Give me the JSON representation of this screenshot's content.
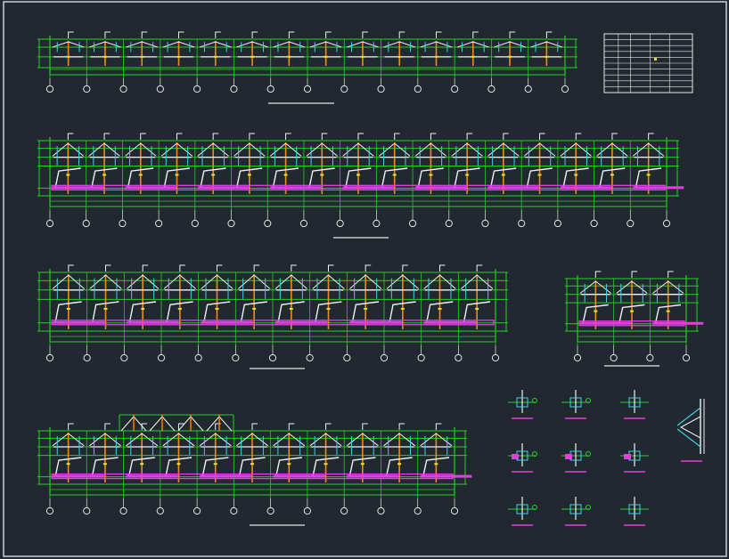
{
  "canvas": {
    "background": "#212830",
    "frame_color": "#d8dde2"
  },
  "palette": {
    "grid_green": "#22d022",
    "member_white": "#f2f2f2",
    "member_orange": "#f08a1c",
    "member_cyan": "#3fd3e6",
    "member_magenta": "#e040e0",
    "axis_circle": "#e8e8e8",
    "dim_yellow": "#e6e62a",
    "title_line": "#e8e8e8"
  },
  "drawing": {
    "type": "CAD structural steel elevations",
    "views": [
      {
        "name": "elevation-1",
        "bays": 14,
        "with_basement": false
      },
      {
        "name": "elevation-2",
        "bays": 17,
        "with_basement": true
      },
      {
        "name": "elevation-3",
        "bays": 12,
        "with_basement": true
      },
      {
        "name": "elevation-4",
        "bays": 3,
        "with_basement": true
      },
      {
        "name": "elevation-5",
        "bays": 11,
        "with_basement": true,
        "with_upper_block": true
      }
    ],
    "table": {
      "rows": 10,
      "columns": 5
    },
    "detail_count": 10
  }
}
